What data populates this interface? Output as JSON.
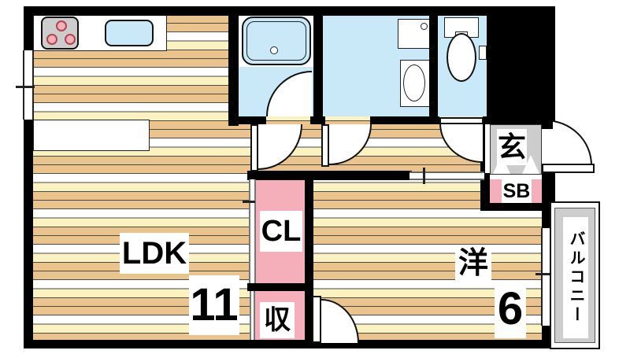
{
  "type": "apartment-floor-plan",
  "rooms": {
    "ldk": {
      "label": "LDK",
      "size": "11"
    },
    "western": {
      "label": "洋",
      "size": "6"
    },
    "closet": {
      "label": "CL"
    },
    "storage": {
      "label": "収"
    },
    "entrance": {
      "label": "玄"
    },
    "shoe_box": {
      "label": "SB"
    },
    "balcony": {
      "label": "バルコニー"
    }
  },
  "fixtures": [
    "stove-burners",
    "kitchen-sink",
    "kitchen-counter",
    "island-counter",
    "bathtub",
    "washing-machine-pan",
    "vanity-basin",
    "toilet",
    "toilet-paper-holder",
    "entry-door",
    "room-doors",
    "sliding-partition",
    "windows",
    "step-zigzag"
  ],
  "colors": {
    "wall": "#000000",
    "wood": "#eac48c",
    "cream": "#fbf2c1",
    "water": "#c9e9f8",
    "pinkc": "#f4afba",
    "gray": "#cdcdcd"
  }
}
